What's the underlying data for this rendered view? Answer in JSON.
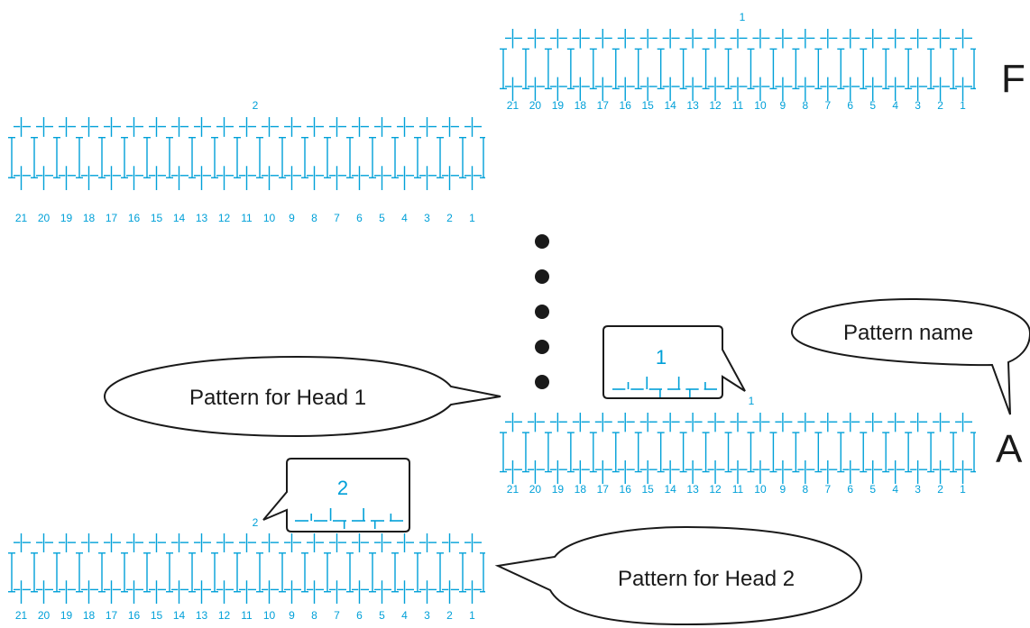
{
  "colors": {
    "pattern": "#00a0d8",
    "ink": "#1a1a1a",
    "bubble_fill": "#ffffff"
  },
  "pattern_number_labels": [
    "21",
    "20",
    "19",
    "18",
    "17",
    "16",
    "15",
    "14",
    "13",
    "12",
    "11",
    "10",
    "9",
    "8",
    "7",
    "6",
    "5",
    "4",
    "3",
    "2",
    "1"
  ],
  "head1_mark": "1",
  "head2_mark": "2",
  "top_row_letter": "F",
  "bottom_row_letter": "A",
  "callouts": {
    "pattern_name": "Pattern name",
    "pattern_head1": "Pattern for Head 1",
    "pattern_head2": "Pattern for Head 2",
    "zoom_head1": "1",
    "zoom_head2": "2"
  },
  "ellipsis_dot_count": 5
}
